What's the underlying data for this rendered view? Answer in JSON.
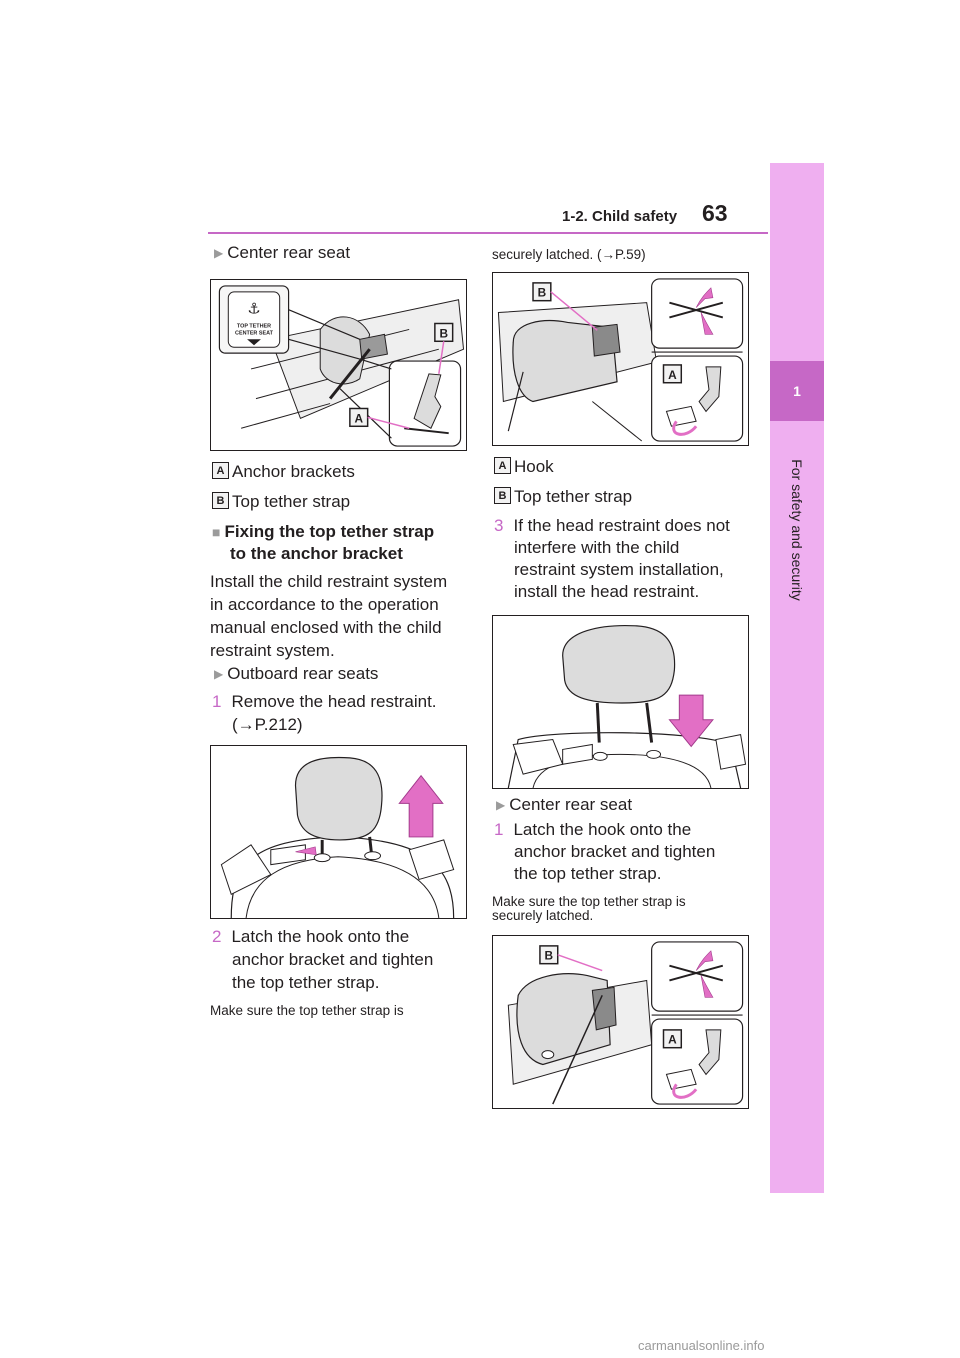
{
  "header": {
    "section": "1-2. Child safety",
    "page": "63"
  },
  "side_tab": {
    "chapter": "1",
    "label": "For safety and security"
  },
  "left": {
    "center_rear_seat": "Center rear seat",
    "fig1": {
      "emblem_lines": [
        "TOP TETHER",
        "CENTER SEAT"
      ],
      "callout_a": "A",
      "callout_b": "B"
    },
    "legend_a_badge": "A",
    "legend_a": "Anchor brackets",
    "legend_b_badge": "B",
    "legend_b": "Top tether strap",
    "heading_line1": "Fixing the top tether strap",
    "heading_line2": "to the anchor bracket",
    "para": [
      "Install the child restraint system",
      "in accordance to the operation",
      "manual enclosed with the child",
      "restraint system."
    ],
    "outboard_rear_seats": "Outboard rear seats",
    "step1_num": "1",
    "step1_line1": "Remove the head restraint.",
    "step1_line2": "(→P.212)",
    "step2_num": "2",
    "step2_lines": [
      "Latch the hook onto the",
      "anchor bracket and tighten",
      "the top tether strap."
    ],
    "note_start": "Make sure the top tether strap is"
  },
  "right": {
    "note_end": "securely latched. (→P.59)",
    "fig3": {
      "callout_a": "A",
      "callout_b": "B"
    },
    "legend_a_badge": "A",
    "legend_a": "Hook",
    "legend_b_badge": "B",
    "legend_b": "Top tether strap",
    "step3_num": "3",
    "step3_lines": [
      "If the head restraint does not",
      "interfere with the child",
      "restraint system installation,",
      "install the head restraint."
    ],
    "center_rear_seat": "Center rear seat",
    "step1_num": "1",
    "step1_lines": [
      "Latch the hook onto the",
      "anchor bracket and tighten",
      "the top tether strap."
    ],
    "note_lines": [
      "Make sure the top tether strap is",
      "securely latched."
    ],
    "fig5": {
      "callout_a": "A",
      "callout_b": "B"
    }
  },
  "watermark": "carmanualsonline.info",
  "colors": {
    "accent": "#c668c6",
    "tab": "#efaff0",
    "arrow": "#e26fc5",
    "seat": "#dcdcdc"
  }
}
